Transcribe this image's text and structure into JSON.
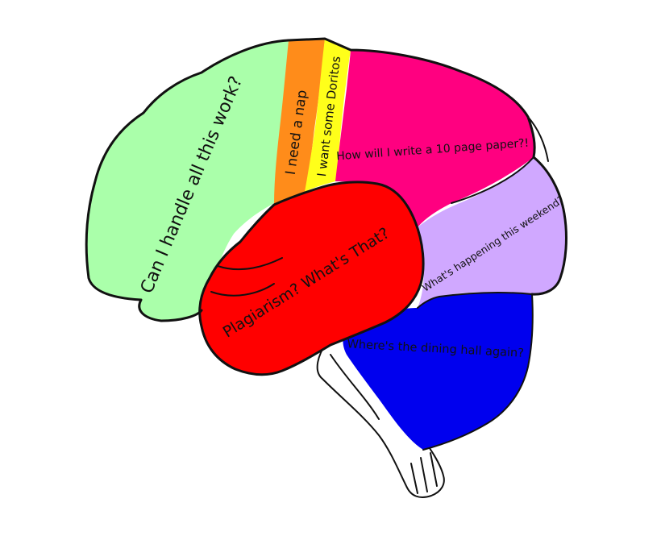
{
  "regions": [
    {
      "id": "frontal",
      "label": "Can I handle all this work?",
      "color": "#aaffaa"
    },
    {
      "id": "motor",
      "label": "I need a nap",
      "color": "#ff8c1a"
    },
    {
      "id": "sensory",
      "label": "I want some Doritos",
      "color": "#ffff1a"
    },
    {
      "id": "parietal",
      "label": "How will I write a 10 page paper?!",
      "color": "#ff0080"
    },
    {
      "id": "occipital",
      "label": "What's happening this weekend?",
      "color": "#d0a8ff"
    },
    {
      "id": "temporal",
      "label": "Plagiarism? What's That?",
      "color": "#ff0000"
    },
    {
      "id": "cerebellum",
      "label": "Where's the dining hall again?",
      "color": "#0000ee"
    }
  ],
  "outline_color": "#111111",
  "stem_color": "#ffffff"
}
